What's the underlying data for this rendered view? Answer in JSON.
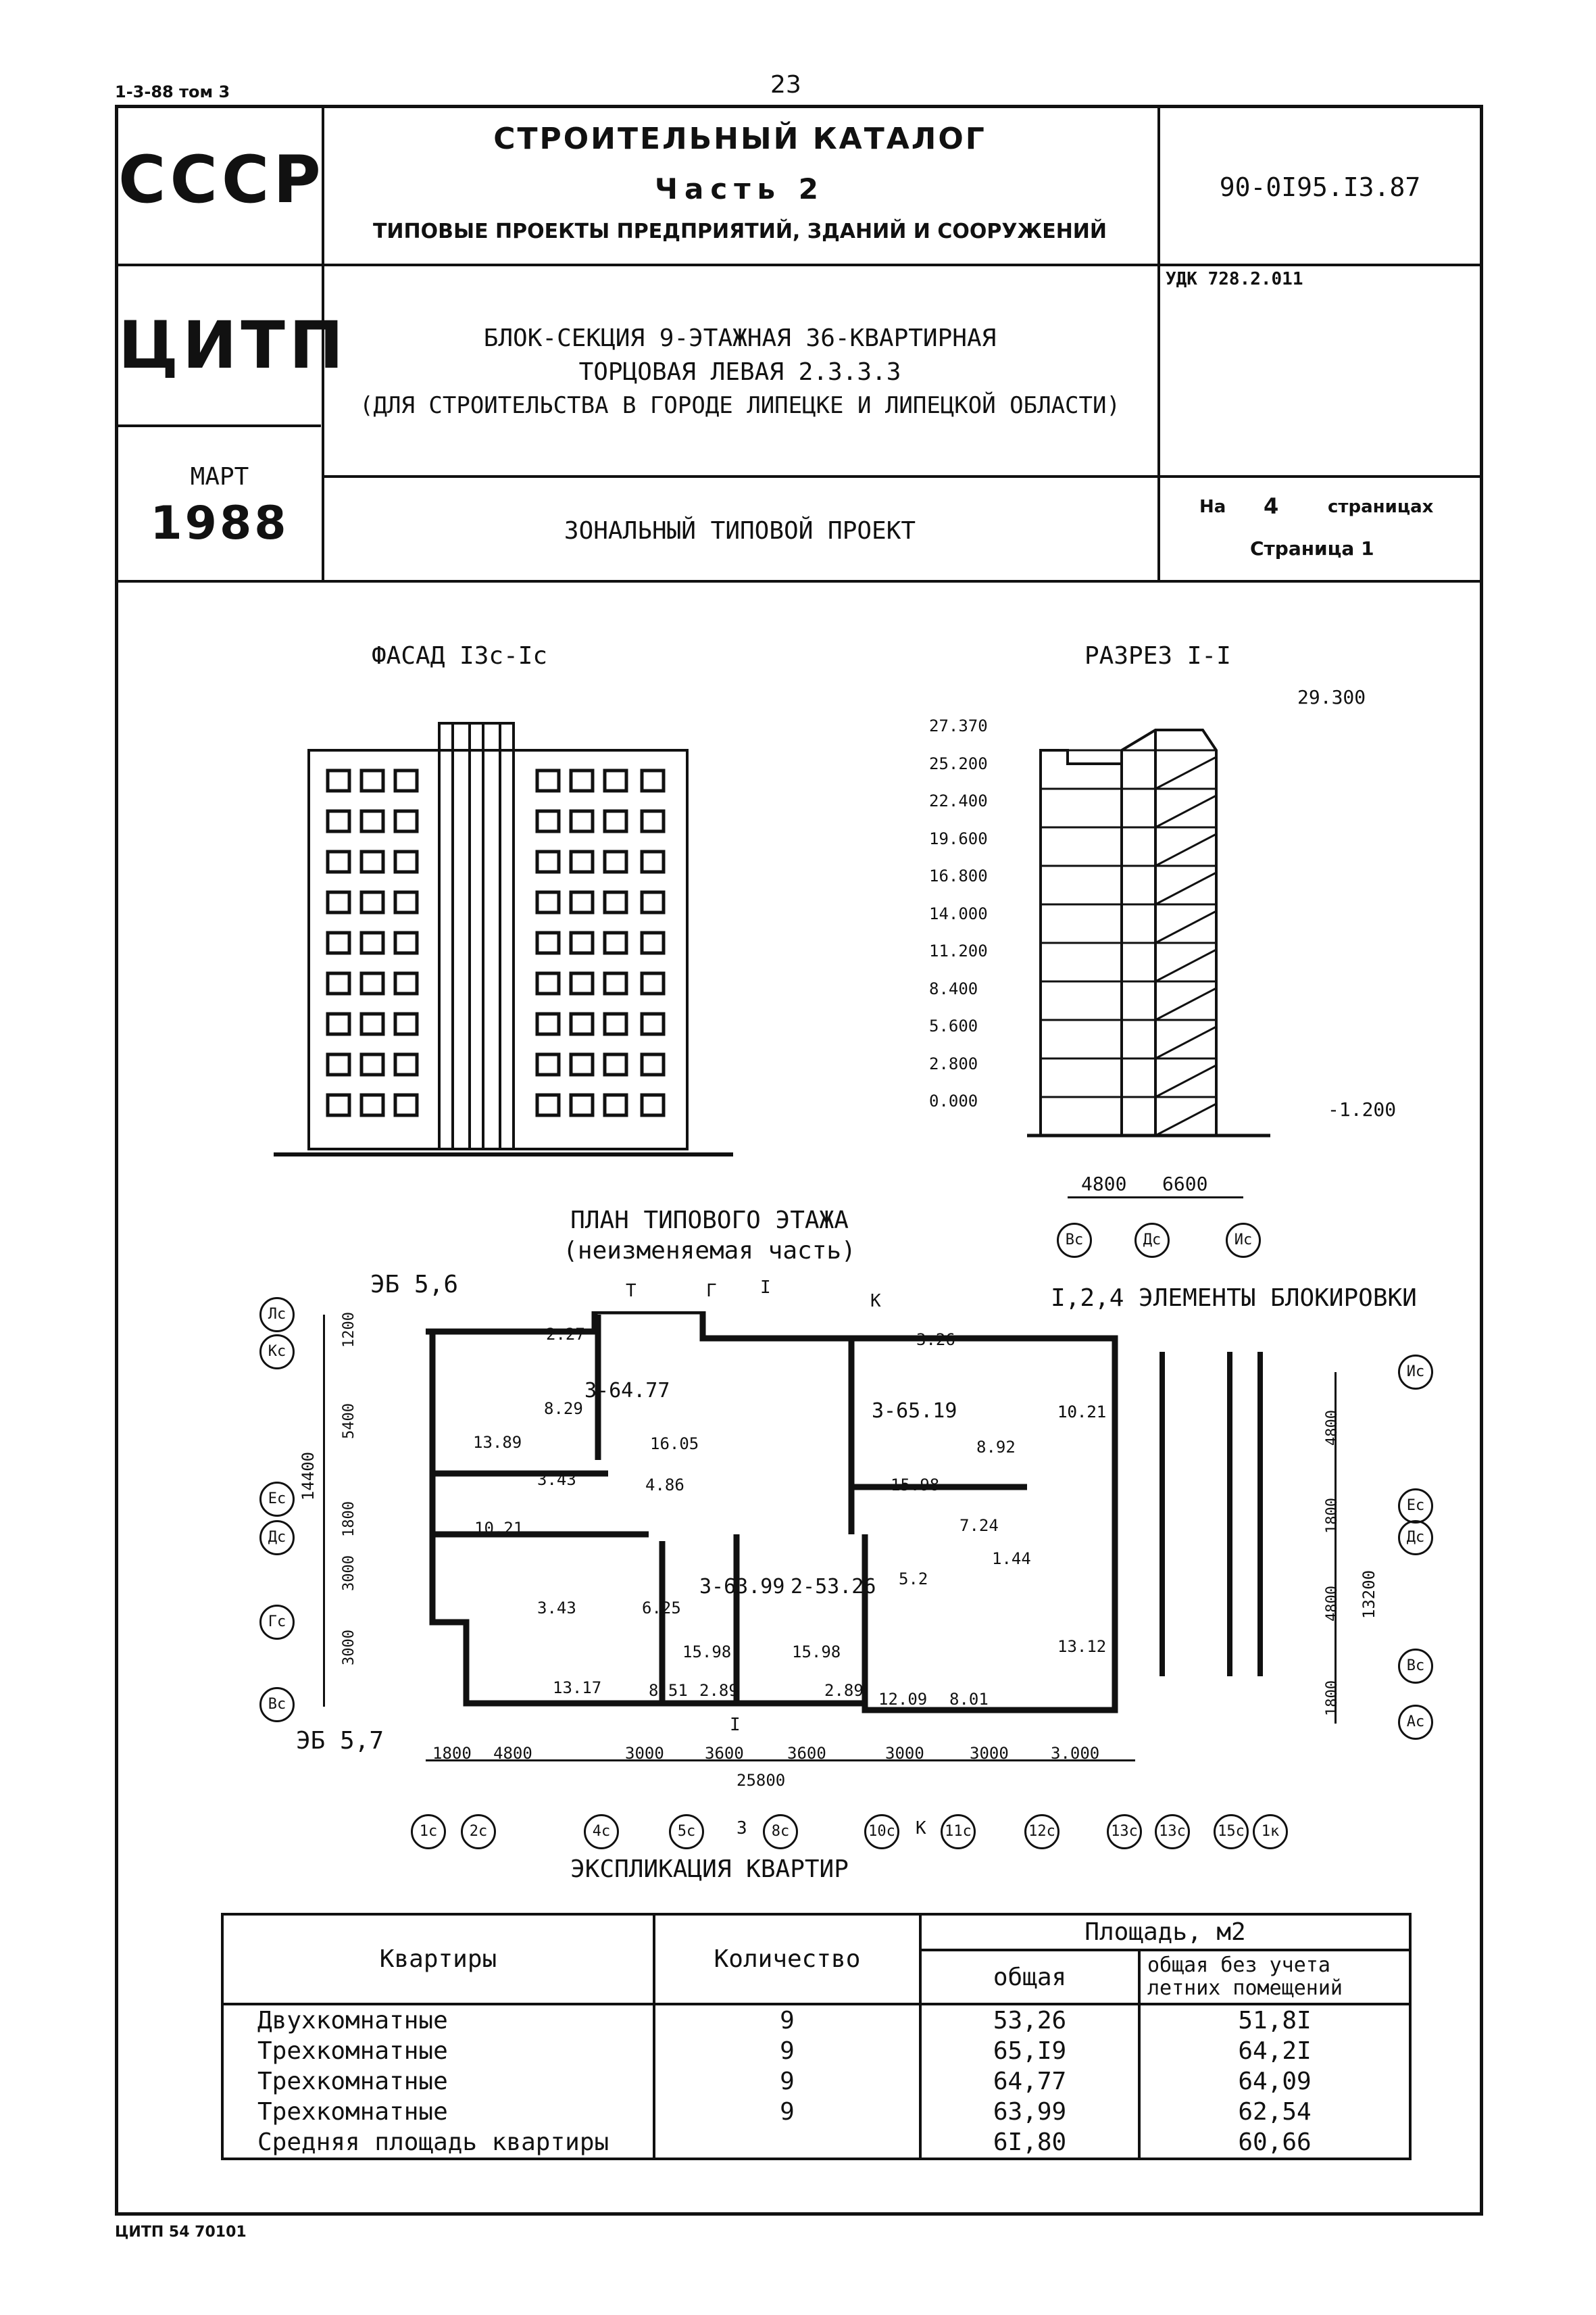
{
  "page_ref": "1-3-88 том 3",
  "page_number": "23",
  "header": {
    "country": "СССР",
    "org": "ЦИТП",
    "month": "МАРТ",
    "year": "1988",
    "catalog_title": "СТРОИТЕЛЬНЫЙ КАТАЛОГ",
    "catalog_part": "Часть 2",
    "catalog_subtitle": "ТИПОВЫЕ ПРОЕКТЫ ПРЕДПРИЯТИЙ, ЗДАНИЙ И СООРУЖЕНИЙ",
    "code": "90-0I95.I3.87",
    "udk": "УДК 728.2.011",
    "project_line1": "БЛОК-СЕКЦИЯ 9-ЭТАЖНАЯ 36-КВАРТИРНАЯ",
    "project_line2": "ТОРЦОВАЯ ЛЕВАЯ  2.3.3.3",
    "project_line3": "(ДЛЯ СТРОИТЕЛЬСТВА В ГОРОДЕ ЛИПЕЦКЕ И ЛИПЕЦКОЙ ОБЛАСТИ)",
    "project_type": "ЗОНАЛЬНЫЙ ТИПОВОЙ ПРОЕКТ",
    "pages_prefix": "На",
    "pages_count": "4",
    "pages_suffix": "страницах",
    "page_label": "Страница  1"
  },
  "facade": {
    "title": "ФАСАД I3с-Iс"
  },
  "section": {
    "title": "РАЗРЕЗ I-I",
    "top_mark": "29.300",
    "levels": [
      "27.370",
      "25.200",
      "22.400",
      "19.600",
      "16.800",
      "14.000",
      "11.200",
      "8.400",
      "5.600",
      "2.800",
      "0.000"
    ],
    "ground_mark": "-1.200",
    "dims": [
      "4800",
      "6600"
    ],
    "axes": [
      "Вс",
      "Дс",
      "Ис"
    ]
  },
  "plan": {
    "title_line1": "ПЛАН ТИПОВОГО ЭТАЖА",
    "title_line2": "(неизменяемая часть)",
    "eb_top": "ЭБ 5,6",
    "eb_bottom": "ЭБ 5,7",
    "blocking_label": "I,2,4  ЭЛЕМЕНТЫ БЛОКИРОВКИ",
    "apartments": [
      "3-64.77",
      "3-65.19",
      "3-63.99",
      "2-53.26"
    ],
    "room_areas": [
      "2.27",
      "8.29",
      "13.89",
      "16.05",
      "3.43",
      "4.86",
      "10.21",
      "10.21",
      "3.43",
      "6.25",
      "13.17",
      "8.51",
      "15.98",
      "2.89",
      "15.98",
      "2.89",
      "5.2",
      "12.09",
      "8.01",
      "13.12",
      "8.92",
      "10.21",
      "15.98",
      "7.24",
      "1.44",
      "3.26"
    ],
    "left_axes": [
      "Лс",
      "Кс",
      "Ес",
      "Дс",
      "Гс",
      "Вс"
    ],
    "left_dims": [
      "1200",
      "5400",
      "1800",
      "3000",
      "3000"
    ],
    "left_total": "14400",
    "right_axes": [
      "Ис",
      "Ес",
      "Дс",
      "Вс",
      "Ас"
    ],
    "right_dims": [
      "4800",
      "1800",
      "4800",
      "1800"
    ],
    "right_total": "13200",
    "bottom_dims": [
      "1800",
      "4800",
      "3000",
      "3600",
      "3600",
      "3000",
      "3000",
      "3.000"
    ],
    "bottom_total": "25800",
    "bottom_axes": [
      "1с",
      "2с",
      "4с",
      "5с",
      "8с",
      "10с",
      "11с",
      "12с",
      "13с",
      "13с",
      "15с",
      "1к"
    ],
    "marks": [
      "Т",
      "Г",
      "I",
      "К",
      "З",
      "К",
      "I"
    ]
  },
  "explication": {
    "title": "ЭКСПЛИКАЦИЯ КВАРТИР",
    "col_apartments": "Квартиры",
    "col_count": "Количество",
    "col_area": "Площадь, м2",
    "col_total": "общая",
    "col_no_summer": "общая без учета летних помещений",
    "rows": [
      {
        "name": "Двухкомнатные",
        "count": "9",
        "total": "53,26",
        "no_summer": "51,8I"
      },
      {
        "name": "Трехкомнатные",
        "count": "9",
        "total": "65,I9",
        "no_summer": "64,2I"
      },
      {
        "name": "Трехкомнатные",
        "count": "9",
        "total": "64,77",
        "no_summer": "64,09"
      },
      {
        "name": "Трехкомнатные",
        "count": "9",
        "total": "63,99",
        "no_summer": "62,54"
      },
      {
        "name": "Средняя площадь квартиры",
        "count": "",
        "total": "6I,80",
        "no_summer": "60,66"
      }
    ]
  },
  "footer": "ЦИТП 54 70101"
}
